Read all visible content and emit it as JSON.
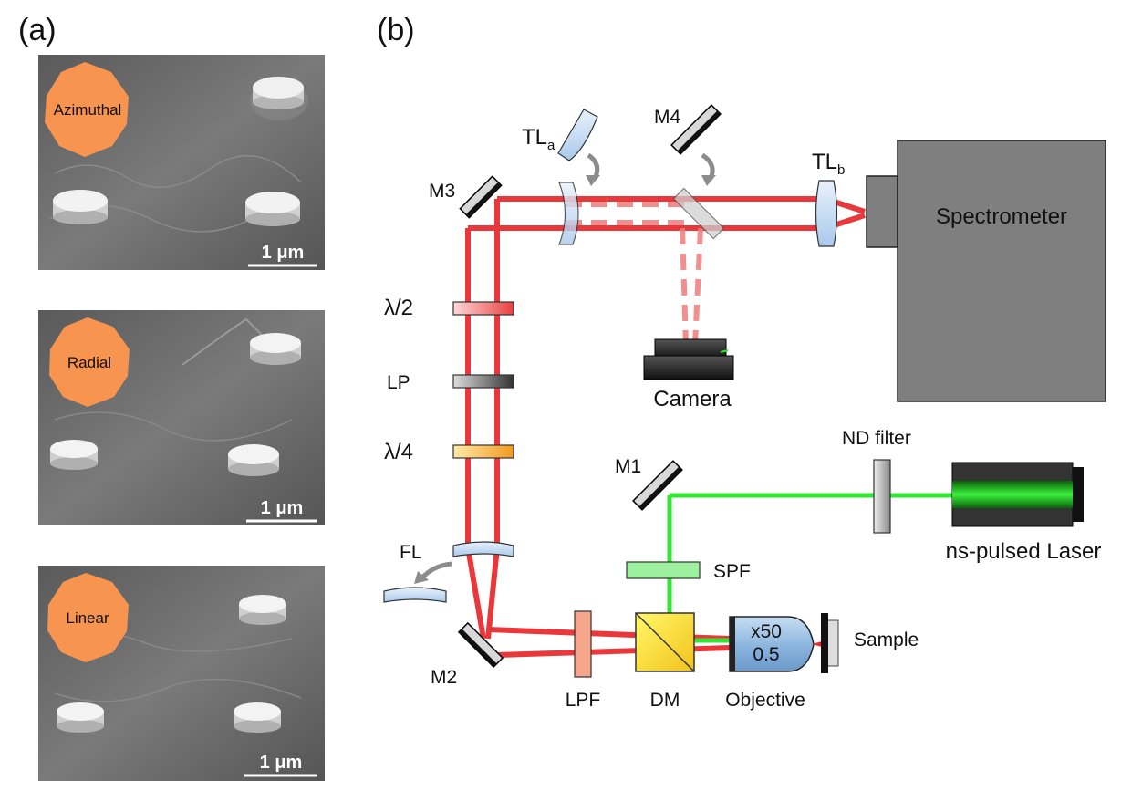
{
  "panels": {
    "a": "(a)",
    "b": "(b)"
  },
  "sem_images": [
    {
      "polarization": "Azimuthal",
      "scale_bar": "1 μm"
    },
    {
      "polarization": "Radial",
      "scale_bar": "1 μm"
    },
    {
      "polarization": "Linear",
      "scale_bar": "1 μm"
    }
  ],
  "components": {
    "tla_main": "TL",
    "tla_sub": "a",
    "tlb_main": "TL",
    "tlb_sub": "b",
    "m1": "M1",
    "m2": "M2",
    "m3": "M3",
    "m4": "M4",
    "half_wave": "λ/2",
    "lp": "LP",
    "quarter_wave": "λ/4",
    "fl": "FL",
    "camera": "Camera",
    "spectrometer": "Spectrometer",
    "nd_filter": "ND filter",
    "laser": "ns-pulsed Laser",
    "spf": "SPF",
    "lpf": "LPF",
    "dm": "DM",
    "objective": "Objective",
    "objective_mag": "x50",
    "objective_na": "0.5",
    "sample": "Sample"
  },
  "colors": {
    "red_beam": "#e8282b",
    "green_beam": "#33e633",
    "pol_badge": "#f7944f",
    "spectrometer": "#7f7f7f",
    "sem_bg": "#6e6e6e"
  }
}
